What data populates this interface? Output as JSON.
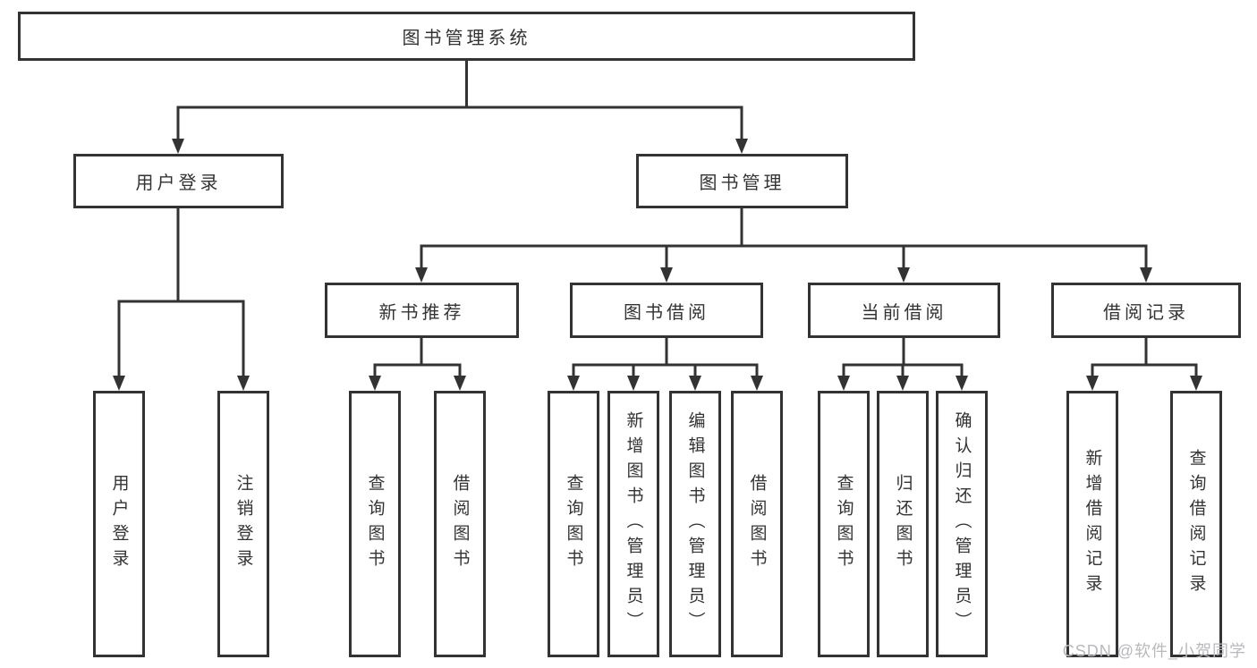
{
  "nodes": {
    "root": {
      "label": "图书管理系统"
    },
    "user_login": {
      "label": "用户登录"
    },
    "book_mgmt": {
      "label": "图书管理"
    },
    "new_book_rec": {
      "label": "新书推荐"
    },
    "book_borrow": {
      "label": "图书借阅"
    },
    "current_borrow": {
      "label": "当前借阅"
    },
    "borrow_records": {
      "label": "借阅记录"
    },
    "login_leaf": {
      "label": "用户登录"
    },
    "logout_leaf": {
      "label": "注销登录"
    },
    "rec_query_books": {
      "label": "查询图书"
    },
    "rec_borrow_books": {
      "label": "借阅图书"
    },
    "borrow_query_books": {
      "label": "查询图书"
    },
    "borrow_add_books": {
      "label": "新增图书（管理员）"
    },
    "borrow_edit_books": {
      "label": "编辑图书（管理员）"
    },
    "borrow_borrow_books": {
      "label": "借阅图书"
    },
    "current_query_books": {
      "label": "查询图书"
    },
    "current_return_books": {
      "label": "归还图书"
    },
    "current_confirm_return": {
      "label": "确认归还（管理员）"
    },
    "records_add": {
      "label": "新增借阅记录"
    },
    "records_query": {
      "label": "查询借阅记录"
    }
  },
  "hierarchy": {
    "root": [
      "user_login",
      "book_mgmt"
    ],
    "user_login": [
      "login_leaf",
      "logout_leaf"
    ],
    "book_mgmt": [
      "new_book_rec",
      "book_borrow",
      "current_borrow",
      "borrow_records"
    ],
    "new_book_rec": [
      "rec_query_books",
      "rec_borrow_books"
    ],
    "book_borrow": [
      "borrow_query_books",
      "borrow_add_books",
      "borrow_edit_books",
      "borrow_borrow_books"
    ],
    "current_borrow": [
      "current_query_books",
      "current_return_books",
      "current_confirm_return"
    ],
    "borrow_records": [
      "records_add",
      "records_query"
    ]
  },
  "watermark": {
    "text": "CSDN @软件_小贺同学"
  },
  "colors": {
    "line": "#333333",
    "box_border": "#333333",
    "text": "#333333",
    "watermark": "#b9b9bd",
    "background": "#ffffff"
  }
}
